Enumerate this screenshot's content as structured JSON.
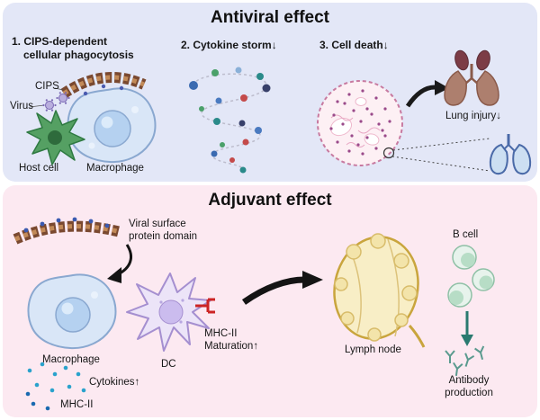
{
  "colors": {
    "antiviral_panel_bg": "#e3e7f7",
    "adjuvant_panel_bg": "#fce9f1",
    "macrophage_fill": "#d9e6f7",
    "cips_brown": "#7a4930",
    "host_cell_green": "#55a063",
    "lymph_node_yellow": "#f8eec6",
    "b_cell_green": "#e7f3ec",
    "cytokine_blue": "#2aa2cc",
    "receptor_red": "#cc2424"
  },
  "antiviral": {
    "title": "Antiviral effect",
    "step1_label": "1. CIPS-dependent\ncellular phagocytosis",
    "step2_label": "2. Cytokine storm↓",
    "step3_label": "3. Cell death↓",
    "labels": {
      "cips": "CIPS",
      "virus": "Virus",
      "host_cell": "Host cell",
      "macrophage": "Macrophage",
      "lung_injury": "Lung injury↓"
    }
  },
  "adjuvant": {
    "title": "Adjuvant effect",
    "labels": {
      "viral_surface": "Viral surface\nprotein domain",
      "macrophage": "Macrophage",
      "cytokines": "Cytokines↑",
      "mhc2": "MHC-II",
      "dc": "DC",
      "mhc2_maturation": "MHC-II\nMaturation↑",
      "lymph_node": "Lymph node",
      "b_cell": "B cell",
      "antibody_production": "Antibody\nproduction"
    }
  }
}
